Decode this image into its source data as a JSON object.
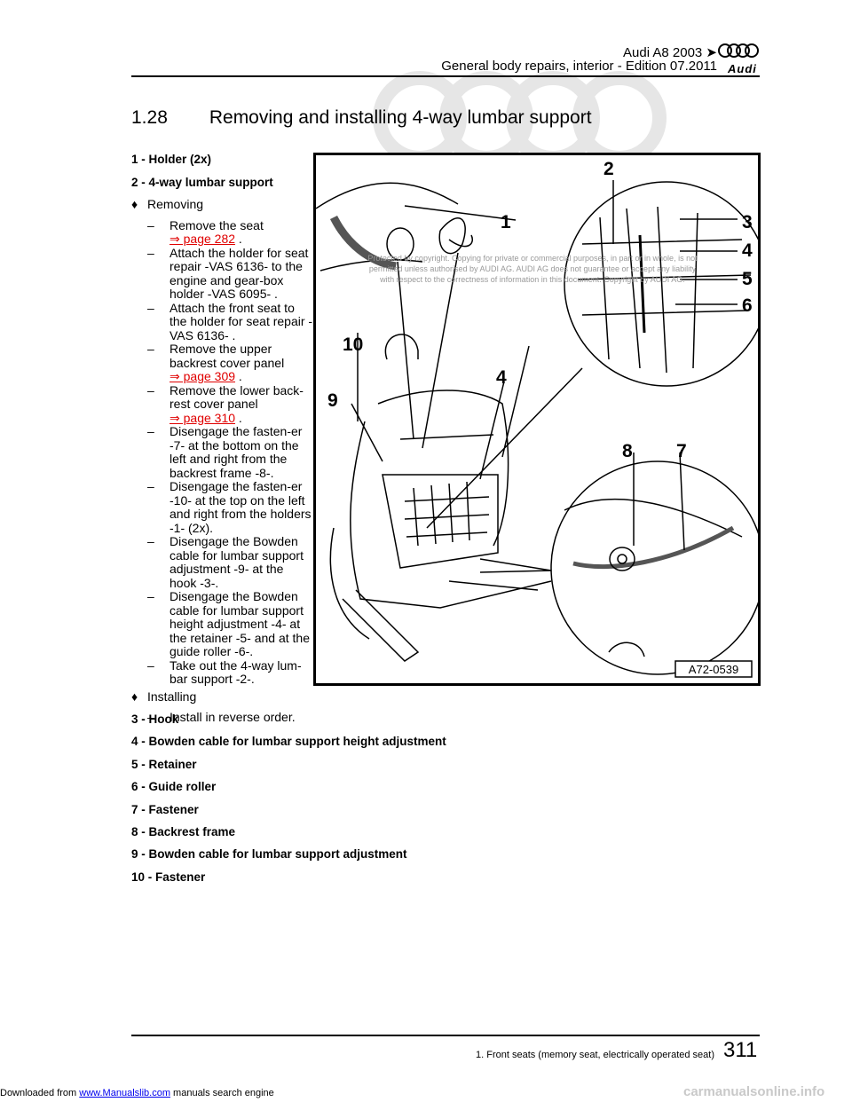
{
  "banner": {
    "prefix": "Downloaded from",
    "link": "www.Manualslib.com",
    "suffix": "manuals search engine"
  },
  "header": {
    "title": "Audi A8 2003 ➤",
    "subtitle": "General body repairs, interior - Edition 07.2011",
    "logo_word": "Audi"
  },
  "section": {
    "number": "1.28",
    "title": "Removing and installing 4-way lumbar support"
  },
  "items": {
    "i1": "1 - Holder (2x)",
    "i2": "2 - 4-way lumbar support"
  },
  "removing": {
    "label": "Removing",
    "s1": {
      "text": "Remove the seat",
      "link": "⇒ page 282",
      "end": " ."
    },
    "s2": "Attach the holder for seat repair -VAS 6136- to the engine and gear-box holder -VAS 6095- .",
    "s3": "Attach the front seat to the holder for seat repair -VAS 6136- .",
    "s4": {
      "text": "Remove the upper backrest cover panel",
      "link": "⇒ page 309",
      "end": " ."
    },
    "s5": {
      "text": "Remove the lower back-rest cover panel",
      "link": "⇒ page 310",
      "end": " ."
    },
    "s6": "Disengage the fasten-er -7- at the bottom on the left and right from the backrest frame -8-.",
    "s7": "Disengage the fasten-er -10- at the top on the left and right from the holders -1- (2x).",
    "s8": "Disengage the Bowden cable for lumbar support adjustment -9- at the hook -3-.",
    "s9": "Disengage the Bowden cable for lumbar support height adjustment -4- at the retainer -5- and at the guide roller -6-.",
    "s10": "Take out the 4-way lum-bar support -2-."
  },
  "installing": {
    "label": "Installing",
    "s1": "Install in reverse order."
  },
  "legend": {
    "i3": "3 - Hook",
    "i4": "4 - Bowden cable for lumbar support height adjustment",
    "i5": "5 - Retainer",
    "i6": "6 - Guide roller",
    "i7": "7 - Fastener",
    "i8": "8 - Backrest frame",
    "i9": "9 - Bowden cable for lumbar support adjustment",
    "i10": "10 - Fastener"
  },
  "figure": {
    "code": "A72-0539",
    "callouts": {
      "c1": "1",
      "c2": "2",
      "c3": "3",
      "c4": "4",
      "c5": "5",
      "c6": "6",
      "c7": "7",
      "c8": "8",
      "c9": "9",
      "c10": "10",
      "c4b": "4"
    }
  },
  "watermark": {
    "line1": "Protected by copyright. Copying for private or commercial purposes, in part or in whole, is not",
    "line2": "permitted unless authorised by AUDI AG. AUDI AG does not guarantee or accept any liability",
    "line3": "with respect to the correctness of information in this document. Copyright by AUDI AG."
  },
  "footer": {
    "chapter": "1. Front seats (memory seat, electrically operated seat)",
    "page": "311",
    "site": "carmanualsonline.info"
  }
}
